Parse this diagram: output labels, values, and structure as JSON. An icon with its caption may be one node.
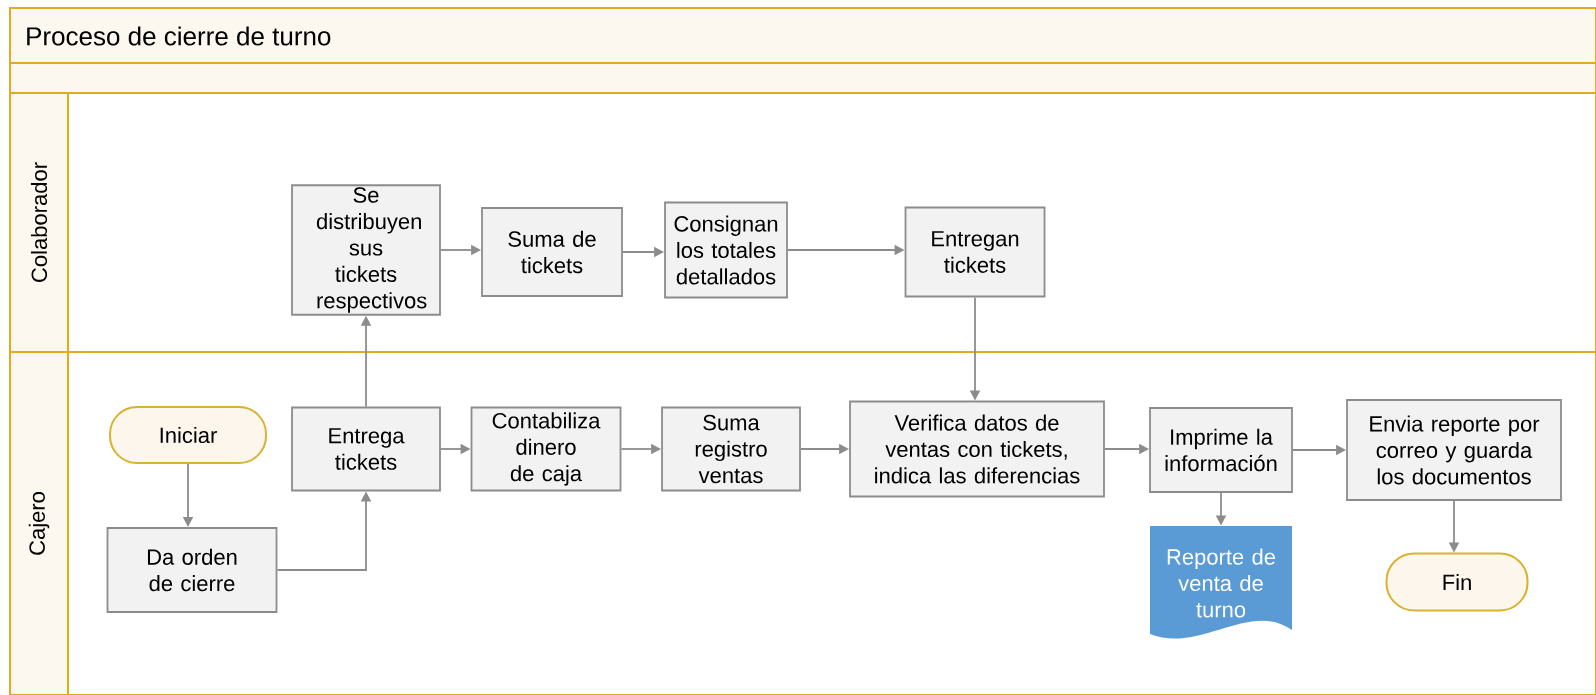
{
  "diagram": {
    "title": "Proceso de cierre de turno",
    "nodes": [
      {
        "text": [
          "Colaborador"
        ]
      },
      {
        "text": [
          "Cajero"
        ]
      },
      {
        "text": [
          "Se distribuyen sus tickets respectivos"
        ],
        "in": 0
      },
      {
        "text": [
          "Suma de tickets"
        ],
        "in": 0
      },
      {
        "text": [
          "Consignan los totales detallados"
        ],
        "in": 0
      },
      {
        "text": [
          "Entregan tickets"
        ],
        "in": 0
      },
      {
        "text": [
          "Iniciar"
        ],
        "in": 1
      },
      {
        "text": [
          "Entrega tickets"
        ],
        "in": 1
      },
      {
        "text": [
          "Contabiliza dinero de caja"
        ],
        "in": 1
      },
      {
        "text": [
          "Suma registro ventas"
        ],
        "in": 1
      },
      {
        "text": [
          "Verifica datos de ventas con tickets, indica las diferencias"
        ],
        "in": 1
      },
      {
        "text": [
          "Imprime la información"
        ],
        "in": 1
      },
      {
        "text": [
          "Envia reporte por correo y guarda los documentos"
        ],
        "in": 1
      },
      {
        "text": [
          "Da orden de cierre"
        ],
        "in": 1
      },
      {
        "text": [
          "Reporte de venta de turno"
        ],
        "in": 1
      },
      {
        "text": [
          "Fin"
        ],
        "in": 1
      }
    ],
    "edges": [
      {
        "from": 6,
        "to": 13,
        "arrow": "to"
      },
      {
        "from": 13,
        "to": 7,
        "arrow": "to"
      },
      {
        "from": 7,
        "to": 2,
        "arrow": "to"
      },
      {
        "from": 2,
        "to": 3,
        "arrow": "to"
      },
      {
        "from": 3,
        "to": 4,
        "arrow": "to"
      },
      {
        "from": 4,
        "to": 5,
        "arrow": "to"
      },
      {
        "from": 5,
        "to": 10,
        "arrow": "to"
      },
      {
        "from": 7,
        "to": 8,
        "arrow": "to"
      },
      {
        "from": 8,
        "to": 9,
        "arrow": "to"
      },
      {
        "from": 9,
        "to": 10,
        "arrow": "to"
      },
      {
        "from": 10,
        "to": 11,
        "arrow": "to"
      },
      {
        "from": 11,
        "to": 14,
        "arrow": "to"
      },
      {
        "from": 11,
        "to": 12,
        "arrow": "to"
      },
      {
        "from": 12,
        "to": 15,
        "arrow": "to"
      }
    ]
  }
}
